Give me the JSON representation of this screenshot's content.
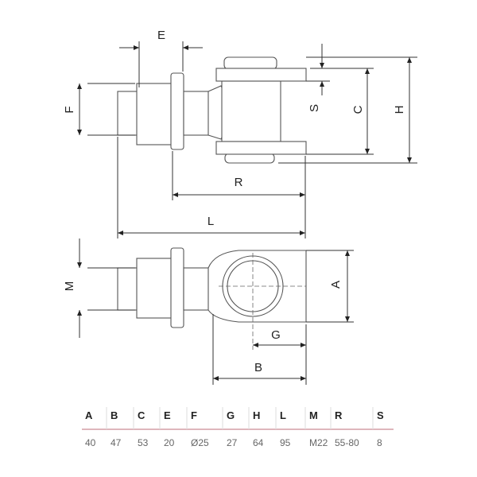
{
  "dimension_labels": {
    "E": "E",
    "F": "F",
    "R": "R",
    "L": "L",
    "S": "S",
    "C": "C",
    "H": "H",
    "M": "M",
    "A": "A",
    "G": "G",
    "B": "B"
  },
  "table": {
    "headers": [
      "A",
      "B",
      "C",
      "E",
      "F",
      "G",
      "H",
      "L",
      "M",
      "R",
      "S"
    ],
    "values": [
      "40",
      "47",
      "53",
      "20",
      "Ø25",
      "27",
      "64",
      "95",
      "M22",
      "55-80",
      "8"
    ]
  },
  "colors": {
    "table_rule": "#c98a95",
    "outline": "#555555"
  }
}
